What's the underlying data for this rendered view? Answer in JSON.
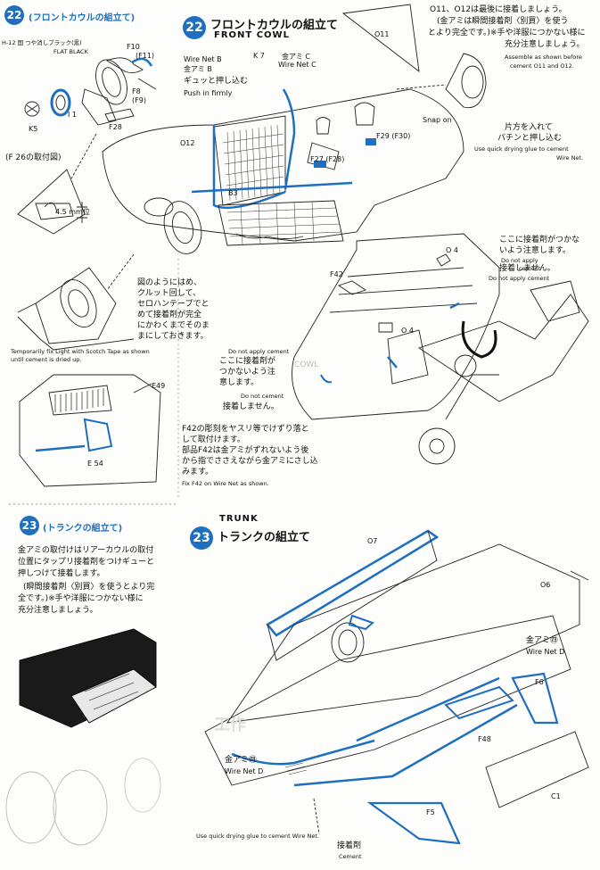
{
  "step22": {
    "number": "22",
    "title_left": "(フロントカウルの組立て)",
    "title_jp": "フロントカウルの組立て",
    "title_en": "FRONT COWL",
    "paint_code": "H-12 国 つや消しブラック(黒)",
    "paint_en": "FLAT BLACK",
    "f26_title": "(F 26の取付図)",
    "f26_dim": "4.5 mm位",
    "wire_b_jp": "Wire Net B",
    "wire_b_jp2": "金アミ B",
    "wire_c_jp": "金アミ C",
    "wire_c_en": "Wire Net C",
    "push_jp": "ギュッと押し込む",
    "push_en": "Push in firmly",
    "note_o11_1": "O11、O12は最後に接着しましょう。",
    "note_o11_2": "(金アミは瞬間接着剤〈別買〉を使う",
    "note_o11_3": "とより完全です。)※手や洋服につかない様に",
    "note_o11_4": "充分注意しましょう。",
    "note_o11_en1": "Assemble as shown before",
    "note_o11_en2": "cement O11 and O12.",
    "snap_on": "Snap on",
    "snap_jp1": "片方を入れて",
    "snap_jp2": "パチンと押し込む",
    "snap_en1": "Use quick drying glue to cement",
    "snap_en2": "Wire Net.",
    "light_jp1": "図のようにはめ、",
    "light_jp2": "クルット回して、",
    "light_jp3": "セロハンテープでと",
    "light_jp4": "めて接着剤が完全",
    "light_jp5": "にかわくまでそのま",
    "light_jp6": "まにしておきます。",
    "light_en1": "Temporarily fix Light with Scotch Tape as shown",
    "light_en2": "until cement is dried up.",
    "careful_jp1": "ここに接着剤がつかな",
    "careful_jp2": "いよう注意します。",
    "careful_jp3": "接着しません。",
    "dna": "Do not apply cement",
    "dna2": "Do not apply",
    "dna2b": "cement",
    "mid_jp1": "ここに接着剤が",
    "mid_jp2": "つかないよう注",
    "mid_jp3": "意します。",
    "dnc1": "Do not cement",
    "dnc_jp": "接着しません。",
    "f42_jp1": "F42の彫刻をヤスリ等でけずり落と",
    "f42_jp2": "して取付けます。",
    "f42_jp3": "部品F42は金アミがずれないよう後",
    "f42_jp4": "から指でささえながら金アミにさし込",
    "f42_jp5": "みます。",
    "f42_en": "Fix F42 on Wire Net as shown.",
    "parts": {
      "F10": "F10",
      "F11": "(F11)",
      "F8": "F8",
      "F9": "(F9)",
      "F28": "F28",
      "I1": "I 1",
      "K5": "K5",
      "K7": "K 7",
      "O11": "O11",
      "O12": "O12",
      "B3": "B3",
      "F27": "F27 (F28)",
      "F29": "F29 (F30)",
      "F42": "F42",
      "O4a": "O 4",
      "O4b": "O 4",
      "E49": "E49",
      "E54": "E 54"
    }
  },
  "step23": {
    "number": "23",
    "title_left": "(トランクの組立て)",
    "title_en": "TRUNK",
    "title_jp": "トランクの組立て",
    "body1": "金アミの取付けはリアーカウルの取付",
    "body2": "位置にタップリ接着剤をつけギューと",
    "body3": "押しつけて接着します。",
    "body4": "(瞬間接着剤〈別買〉を使うとより完",
    "body5": "全です。)※手や洋服につかない様に",
    "body6": "充分注意しましょう。",
    "wire_d_jp": "金アミ㊃",
    "wire_d_en": "Wire Net D",
    "wire_d2_jp": "金アミ㊃",
    "wire_d2_en": "Wire Net D",
    "glue_note": "Use quick drying glue to cement Wire Net.",
    "cement_jp": "接着剤",
    "cement_en": "Cement",
    "parts": {
      "O7": "O7",
      "O6": "O6",
      "F6": "F6",
      "F48": "F48",
      "C1": "C1",
      "F5": "F5"
    },
    "watermark": "COWL"
  },
  "colors": {
    "accent": "#1e6fc0",
    "ink": "#111111",
    "paper": "#fdfdfb"
  }
}
